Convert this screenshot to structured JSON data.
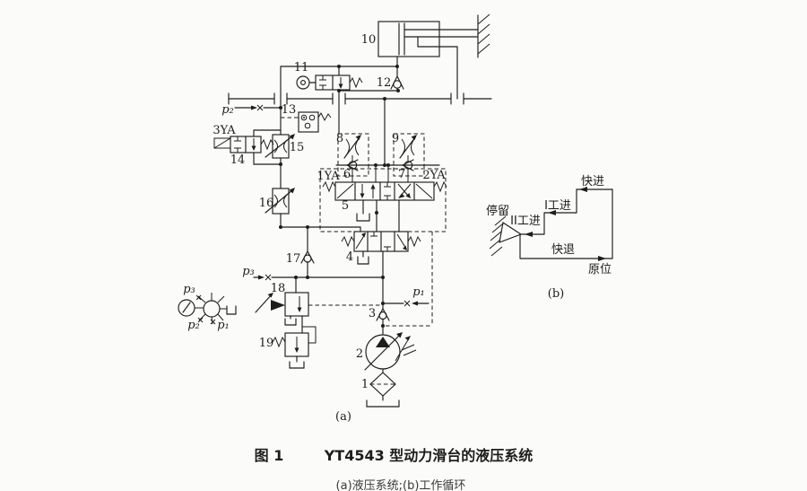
{
  "page": {
    "background": "#fbfbf9",
    "ink": "#1d1d1d"
  },
  "labels": {
    "c1": "1",
    "c2": "2",
    "c3": "3",
    "c4": "4",
    "c5": "5",
    "c6": "6",
    "c7": "7",
    "c8": "8",
    "c9": "9",
    "c10": "10",
    "c11": "11",
    "c12": "12",
    "c13": "13",
    "c14": "14",
    "c15": "15",
    "c16": "16",
    "c17": "17",
    "c18": "18",
    "c19": "19",
    "ya1": "1YA",
    "ya2": "2YA",
    "ya3": "3YA",
    "tap_p1": "p₁",
    "tap_p2": "p₂",
    "tap_p3": "p₃",
    "gauge_p1": "p₁",
    "gauge_p2": "p₂",
    "gauge_p3": "p₃",
    "sub_a": "(a)",
    "sub_b": "(b)"
  },
  "cycle": {
    "fast_forward": "快进",
    "feed1": "I工进",
    "feed2": "II工进",
    "dwell": "停留",
    "fast_return": "快退",
    "home": "原位"
  },
  "caption": {
    "fig": "图 1",
    "title": "YT4543 型动力滑台的液压系统",
    "sub": "(a)液压系统;(b)工作循环"
  }
}
